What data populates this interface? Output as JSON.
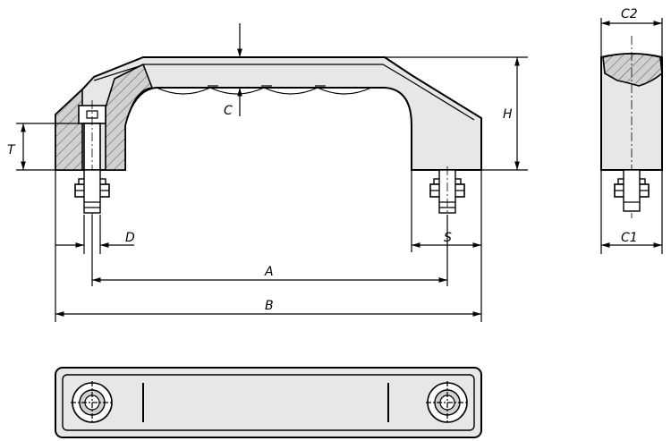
{
  "labels": {
    "A": "A",
    "B": "B",
    "C": "C",
    "C1": "C1",
    "C2": "C2",
    "D": "D",
    "H": "H",
    "S": "S",
    "T": "T"
  },
  "colors": {
    "body_fill": "#e6e7e8",
    "section_fill": "#d0d1d3",
    "line": "#000000"
  }
}
